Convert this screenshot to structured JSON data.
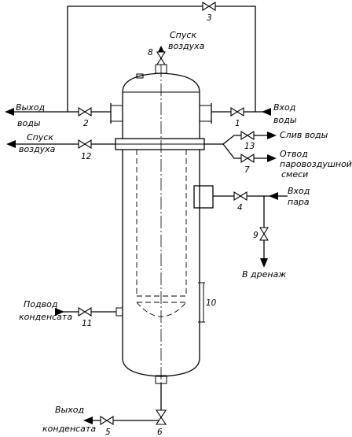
{
  "labels": {
    "air_release_top_1": "Спуск",
    "air_release_top_2": "воздуха",
    "water_out_1": "Выход",
    "water_out_2": "воды",
    "water_in_1": "Вход",
    "water_in_2": "воды",
    "air_release_left_1": "Спуск",
    "air_release_left_2": "воздуха",
    "water_drain": "Слив воды",
    "mix_out_1": "Отвод",
    "mix_out_2": "паровоздушной",
    "mix_out_3": "смеси",
    "steam_in_1": "Вход",
    "steam_in_2": "пара",
    "to_drain": "В дренаж",
    "condensate_in_1": "Подвод",
    "condensate_in_2": "конденсата",
    "condensate_out_1": "Выход",
    "condensate_out_2": "конденсата"
  },
  "valves": {
    "v1": "1",
    "v2": "2",
    "v3": "3",
    "v4": "4",
    "v5": "5",
    "v6": "6",
    "v7": "7",
    "v8": "8",
    "v9": "9",
    "v10": "10",
    "v11": "11",
    "v12": "12",
    "v13": "13"
  }
}
